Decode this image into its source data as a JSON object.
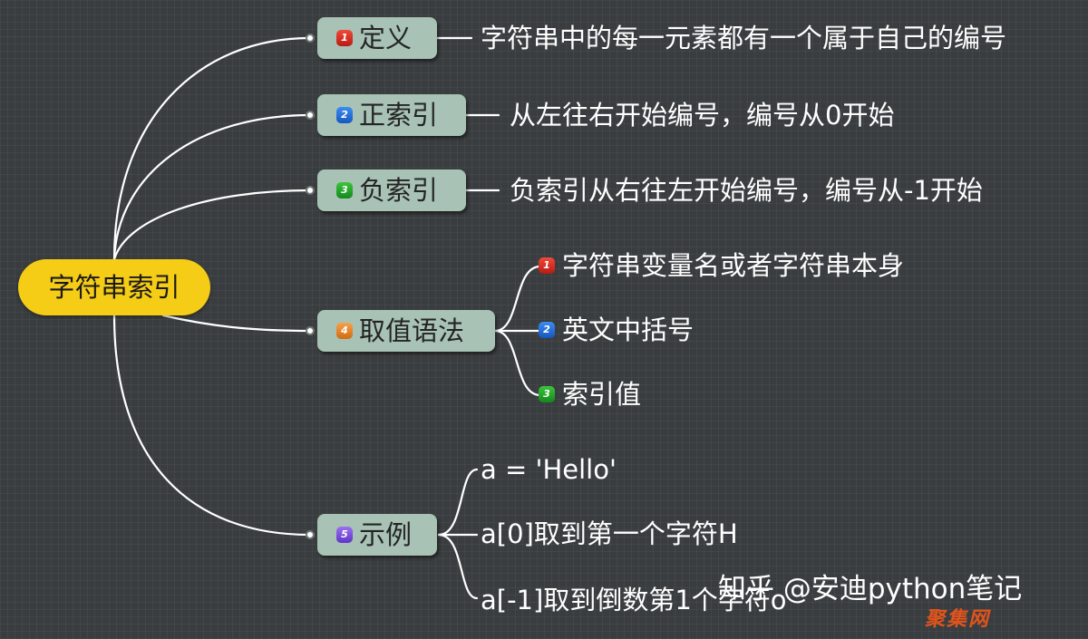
{
  "root": {
    "label": "字符串索引"
  },
  "branches": [
    {
      "badge": "1",
      "label": "定义",
      "color": "#c8241a"
    },
    {
      "badge": "2",
      "label": "正索引",
      "color": "#1f66d1"
    },
    {
      "badge": "3",
      "label": "负索引",
      "color": "#1a9a26"
    },
    {
      "badge": "4",
      "label": "取值语法",
      "color": "#e07c22"
    },
    {
      "badge": "5",
      "label": "示例",
      "color": "#7048d6"
    }
  ],
  "leaves": {
    "definition": "字符串中的每一元素都有一个属于自己的编号",
    "positive": "从左往右开始编号，编号从0开始",
    "negative": "负索引从右往左开始编号，编号从-1开始",
    "syntax": [
      {
        "badge": "1",
        "text": "字符串变量名或者字符串本身"
      },
      {
        "badge": "2",
        "text": "英文中括号"
      },
      {
        "badge": "3",
        "text": "索引值"
      }
    ],
    "example": [
      {
        "text": "a = 'Hello'"
      },
      {
        "text": "a[0]取到第一个字符H"
      },
      {
        "text": "a[-1]取到倒数第1个字符o"
      }
    ]
  },
  "watermark": {
    "primary": "知乎 @安迪python笔记",
    "secondary": "聚集网"
  },
  "colors": {
    "background": "#3a3d3f",
    "root_fill": "#f5cc16",
    "branch_fill": "#a8c2b5",
    "line": "#ffffff"
  }
}
